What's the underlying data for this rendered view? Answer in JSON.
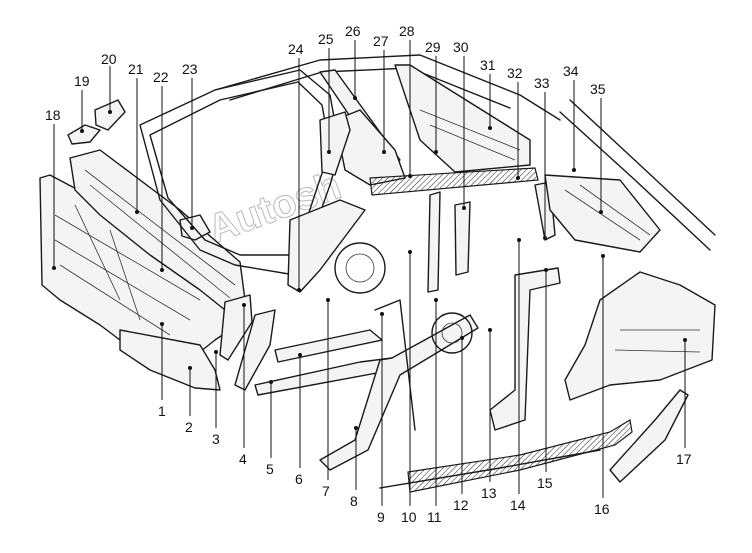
{
  "diagram": {
    "callouts": [
      {
        "label": "1"
      },
      {
        "label": "2"
      },
      {
        "label": "3"
      },
      {
        "label": "4"
      },
      {
        "label": "5"
      },
      {
        "label": "6"
      },
      {
        "label": "7"
      },
      {
        "label": "8"
      },
      {
        "label": "9"
      },
      {
        "label": "10"
      },
      {
        "label": "11"
      },
      {
        "label": "12"
      },
      {
        "label": "13"
      },
      {
        "label": "14"
      },
      {
        "label": "15"
      },
      {
        "label": "16"
      },
      {
        "label": "17"
      },
      {
        "label": "18"
      },
      {
        "label": "19"
      },
      {
        "label": "20"
      },
      {
        "label": "21"
      },
      {
        "label": "22"
      },
      {
        "label": "23"
      },
      {
        "label": "24"
      },
      {
        "label": "25"
      },
      {
        "label": "26"
      },
      {
        "label": "27"
      },
      {
        "label": "28"
      },
      {
        "label": "29"
      },
      {
        "label": "30"
      },
      {
        "label": "31"
      },
      {
        "label": "32"
      },
      {
        "label": "33"
      },
      {
        "label": "34"
      },
      {
        "label": "35"
      }
    ],
    "watermark": "Autosh"
  }
}
